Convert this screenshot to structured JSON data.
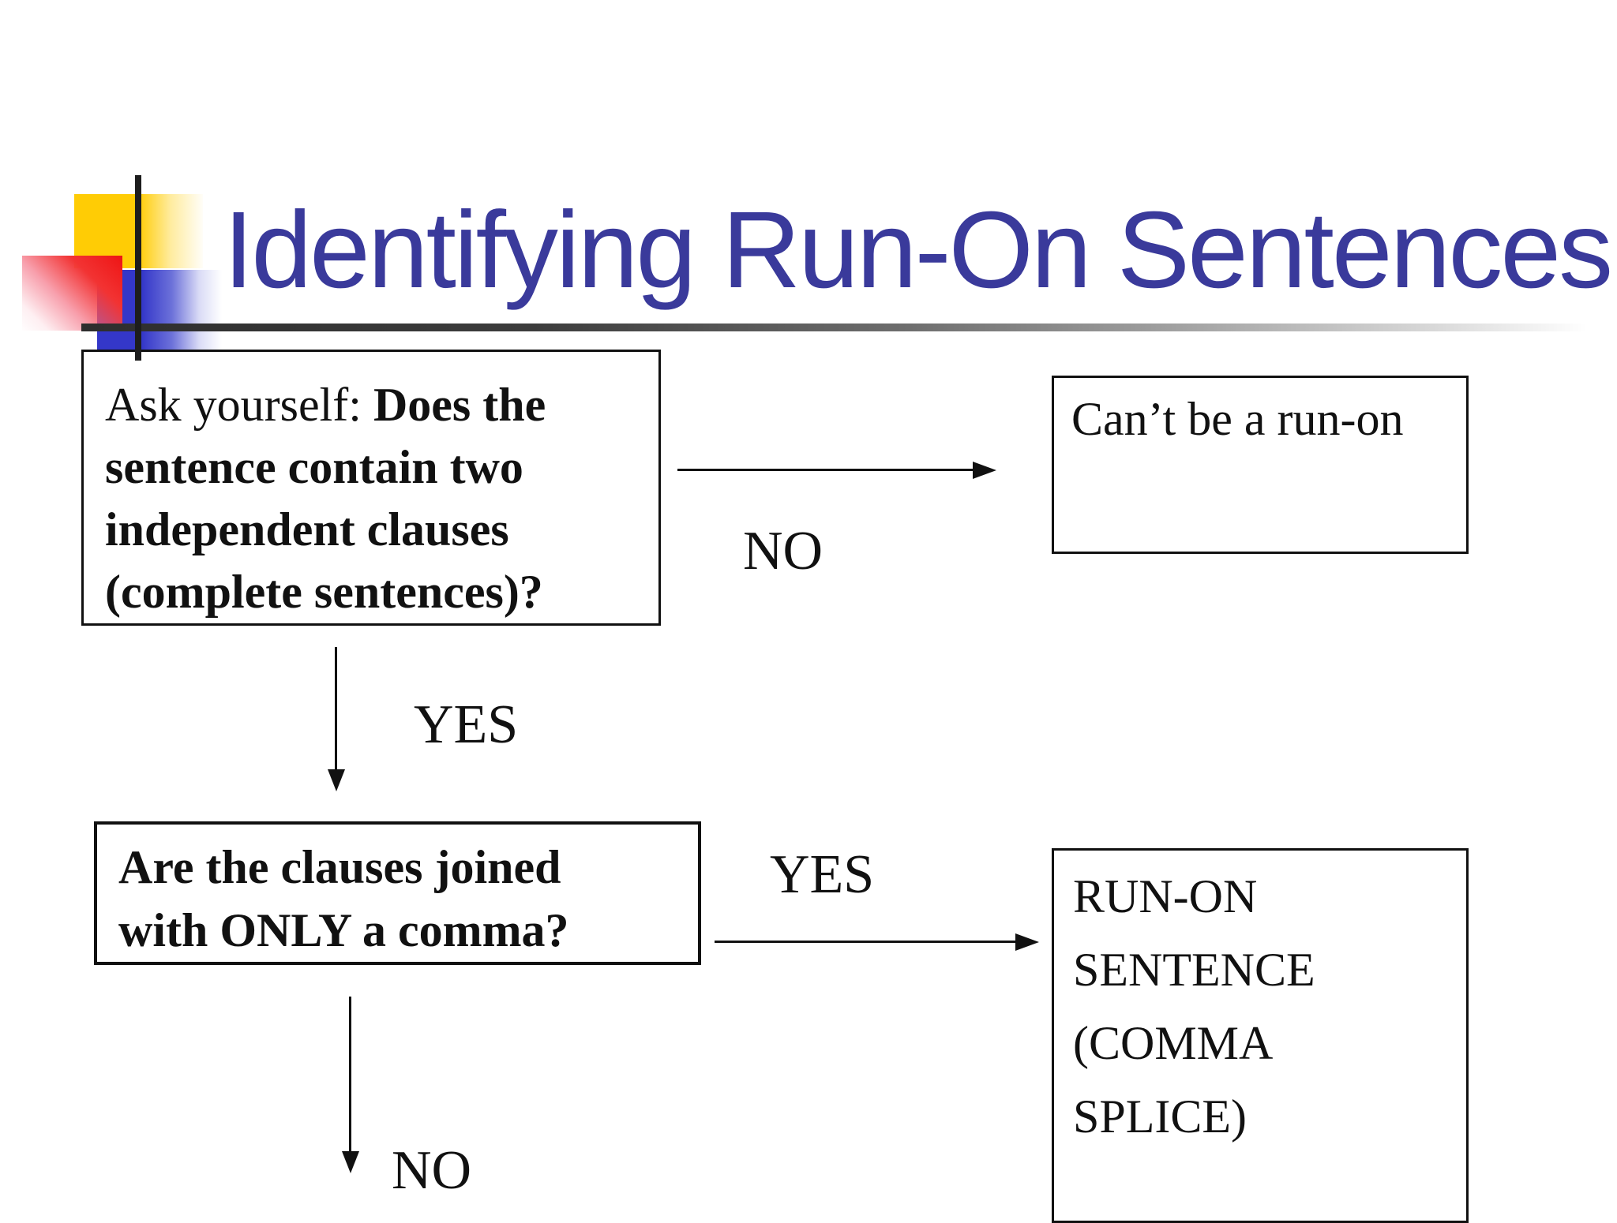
{
  "slide": {
    "title": "Identifying Run-On Sentences",
    "colors": {
      "title_text": "#3A3A9B",
      "accent_yellow": "#FFCC05",
      "accent_red": "#EE1414",
      "accent_blue": "#3437C9",
      "ink": "#111111"
    },
    "flowchart": {
      "question1": {
        "lines": [
          [
            {
              "text": "Ask yourself: ",
              "bold": false
            },
            {
              "text": "Does the",
              "bold": true
            }
          ],
          [
            {
              "text": "sentence contain two",
              "bold": true
            }
          ],
          [
            {
              "text": "independent clauses",
              "bold": true
            }
          ],
          [
            {
              "text": "(complete sentences)?",
              "bold": true
            }
          ]
        ]
      },
      "result_no": {
        "lines": [
          [
            {
              "text": "Can’t be a run-on",
              "bold": false
            }
          ]
        ]
      },
      "question2": {
        "lines": [
          [
            {
              "text": "Are the clauses joined",
              "bold": true
            }
          ],
          [
            {
              "text": "with ONLY a comma?",
              "bold": true
            }
          ]
        ]
      },
      "result_yes": {
        "lines": [
          [
            {
              "text": "RUN-ON",
              "bold": false
            }
          ],
          [
            {
              "text": "SENTENCE",
              "bold": false
            }
          ],
          [
            {
              "text": "(COMMA",
              "bold": false
            }
          ],
          [
            {
              "text": "SPLICE)",
              "bold": false
            }
          ]
        ]
      },
      "labels": {
        "no1": "NO",
        "yes1": "YES",
        "yes2": "YES",
        "no2": "NO"
      }
    }
  }
}
